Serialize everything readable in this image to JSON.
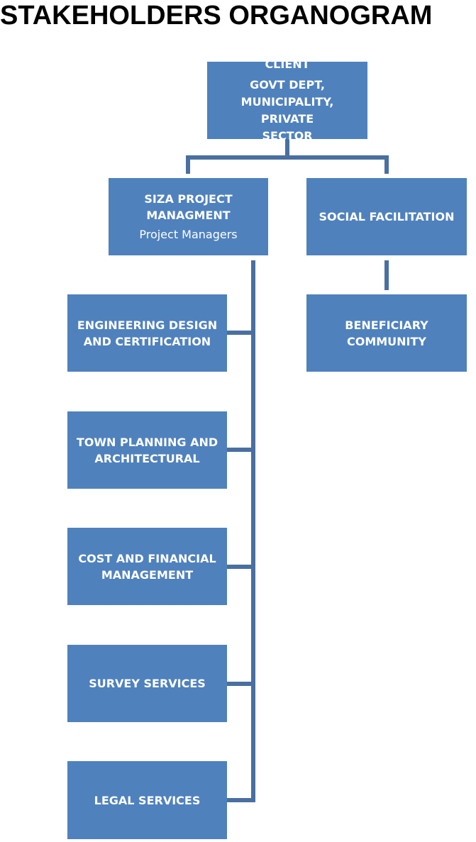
{
  "title": "STAKEHOLDERS ORGANOGRAM",
  "colors": {
    "box_fill": "#4f81bd",
    "connector": "#4a6fa0",
    "box_text": "#ffffff"
  },
  "client": {
    "label": "CLIENT",
    "detail": "GOVT DEPT,\nMUNICIPALITY, PRIVATE\nSECTOR"
  },
  "project_management": {
    "label": "SIZA PROJECT\nMANAGMENT",
    "detail": "Project Managers"
  },
  "social_facilitation": {
    "label": "SOCIAL FACILITATION"
  },
  "beneficiary": {
    "label": "BENEFICIARY\nCOMMUNITY"
  },
  "services": [
    {
      "label": "ENGINEERING DESIGN\nAND CERTIFICATION"
    },
    {
      "label": "TOWN PLANNING AND\nARCHITECTURAL"
    },
    {
      "label": "COST AND FINANCIAL\nMANAGEMENT"
    },
    {
      "label": "SURVEY SERVICES"
    },
    {
      "label": "LEGAL SERVICES"
    }
  ]
}
